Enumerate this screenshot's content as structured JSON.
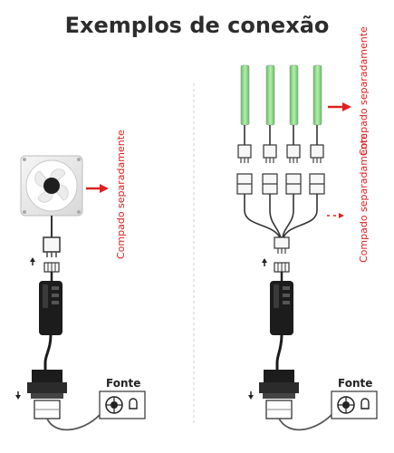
{
  "title": "Exemplos de conexão",
  "left": {
    "label": "Compado separadamente",
    "source_label": "Fonte"
  },
  "right": {
    "label_top": "Compado separadamente",
    "label_bottom": "Compado separadamente",
    "source_label": "Fonte",
    "strip_count": 4
  },
  "colors": {
    "accent_red": "#e02020",
    "strip_green": "#7ed07a"
  }
}
